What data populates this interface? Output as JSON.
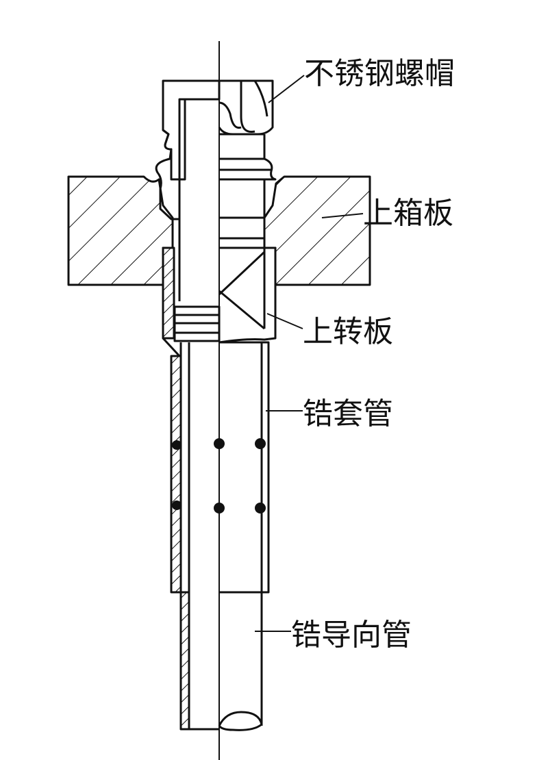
{
  "labels": {
    "stainless_nut": "不锈钢螺帽",
    "upper_box_plate": "上箱板",
    "upper_rotating_plate": "上转板",
    "zirconium_sleeve": "锆套管",
    "zirconium_guide_tube": "锆导向管"
  },
  "colors": {
    "line": "#111111",
    "background": "#ffffff"
  }
}
